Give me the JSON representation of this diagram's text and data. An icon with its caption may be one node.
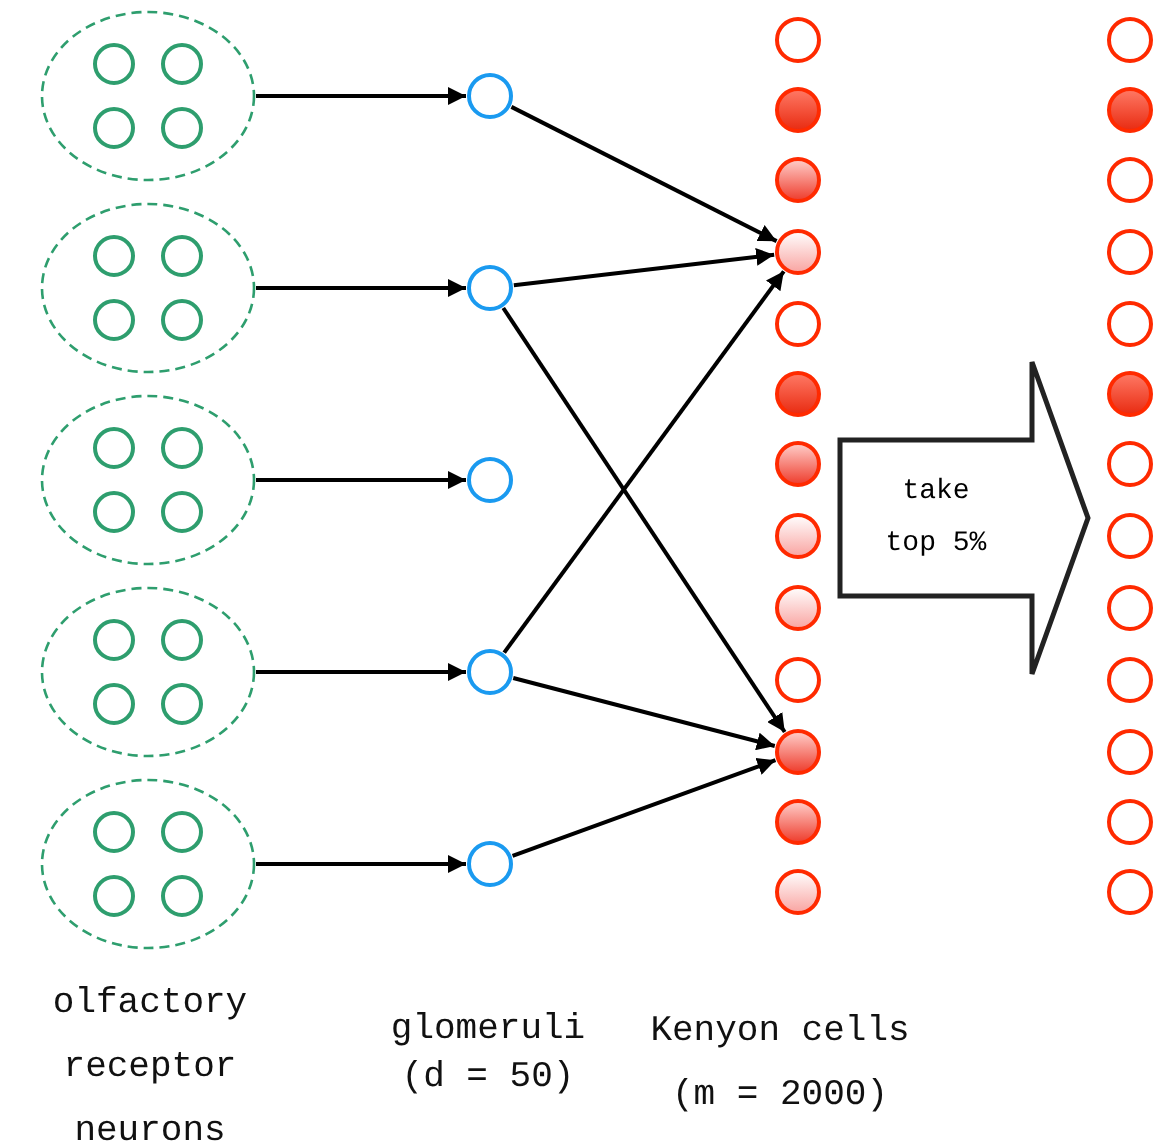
{
  "diagram": {
    "nodes": [
      {
        "text": [],
        "shape": "ellipse"
      },
      {
        "text": [],
        "shape": "circle",
        "in": 0
      },
      {
        "text": [],
        "shape": "circle",
        "in": 0
      },
      {
        "text": [],
        "shape": "circle",
        "in": 0
      },
      {
        "text": [],
        "shape": "circle",
        "in": 0
      },
      {
        "text": [],
        "shape": "ellipse"
      },
      {
        "text": [],
        "shape": "circle",
        "in": 5
      },
      {
        "text": [],
        "shape": "circle",
        "in": 5
      },
      {
        "text": [],
        "shape": "circle",
        "in": 5
      },
      {
        "text": [],
        "shape": "circle",
        "in": 5
      },
      {
        "text": [],
        "shape": "ellipse"
      },
      {
        "text": [],
        "shape": "circle",
        "in": 10
      },
      {
        "text": [],
        "shape": "circle",
        "in": 10
      },
      {
        "text": [],
        "shape": "circle",
        "in": 10
      },
      {
        "text": [],
        "shape": "circle",
        "in": 10
      },
      {
        "text": [],
        "shape": "ellipse"
      },
      {
        "text": [],
        "shape": "circle",
        "in": 15
      },
      {
        "text": [],
        "shape": "circle",
        "in": 15
      },
      {
        "text": [],
        "shape": "circle",
        "in": 15
      },
      {
        "text": [],
        "shape": "circle",
        "in": 15
      },
      {
        "text": [],
        "shape": "ellipse"
      },
      {
        "text": [],
        "shape": "circle",
        "in": 20
      },
      {
        "text": [],
        "shape": "circle",
        "in": 20
      },
      {
        "text": [],
        "shape": "circle",
        "in": 20
      },
      {
        "text": [],
        "shape": "circle",
        "in": 20
      },
      {
        "text": [],
        "shape": "circle"
      },
      {
        "text": [],
        "shape": "circle"
      },
      {
        "text": [],
        "shape": "circle"
      },
      {
        "text": [],
        "shape": "circle"
      },
      {
        "text": [],
        "shape": "circle"
      },
      {
        "text": [],
        "shape": "circle"
      },
      {
        "text": [],
        "shape": "circle"
      },
      {
        "text": [],
        "shape": "circle"
      },
      {
        "text": [],
        "shape": "circle"
      },
      {
        "text": [],
        "shape": "circle"
      },
      {
        "text": [],
        "shape": "circle"
      },
      {
        "text": [],
        "shape": "circle"
      },
      {
        "text": [],
        "shape": "circle"
      },
      {
        "text": [],
        "shape": "circle"
      },
      {
        "text": [],
        "shape": "circle"
      },
      {
        "text": [],
        "shape": "circle"
      },
      {
        "text": [],
        "shape": "circle"
      },
      {
        "text": [],
        "shape": "circle"
      },
      {
        "text": [],
        "shape": "circle"
      },
      {
        "text": [],
        "shape": "circle"
      },
      {
        "text": [],
        "shape": "circle"
      },
      {
        "text": [],
        "shape": "circle"
      },
      {
        "text": [],
        "shape": "circle"
      },
      {
        "text": [],
        "shape": "circle"
      },
      {
        "text": [],
        "shape": "circle"
      },
      {
        "text": [],
        "shape": "circle"
      },
      {
        "text": [],
        "shape": "circle"
      },
      {
        "text": [],
        "shape": "circle"
      },
      {
        "text": [],
        "shape": "circle"
      },
      {
        "text": [],
        "shape": "circle"
      },
      {
        "text": [],
        "shape": "circle"
      },
      {
        "text": [
          "take top 5%"
        ]
      }
    ],
    "edges": [
      {
        "from": 0,
        "to": 25,
        "arrow": "to"
      },
      {
        "from": 5,
        "to": 26,
        "arrow": "to"
      },
      {
        "from": 10,
        "to": 27,
        "arrow": "to"
      },
      {
        "from": 15,
        "to": 28,
        "arrow": "to"
      },
      {
        "from": 20,
        "to": 29,
        "arrow": "to"
      },
      {
        "from": 25,
        "to": 33,
        "arrow": "to"
      },
      {
        "from": 26,
        "to": 33,
        "arrow": "to"
      },
      {
        "from": 26,
        "to": 40,
        "arrow": "to"
      },
      {
        "from": 28,
        "to": 33,
        "arrow": "to"
      },
      {
        "from": 28,
        "to": 40,
        "arrow": "to"
      },
      {
        "from": 29,
        "to": 40,
        "arrow": "to"
      }
    ],
    "labels": [
      "olfactory receptor neurons",
      "glomeruli (d = 50)",
      "Kenyon cells (m = 2000)"
    ]
  }
}
